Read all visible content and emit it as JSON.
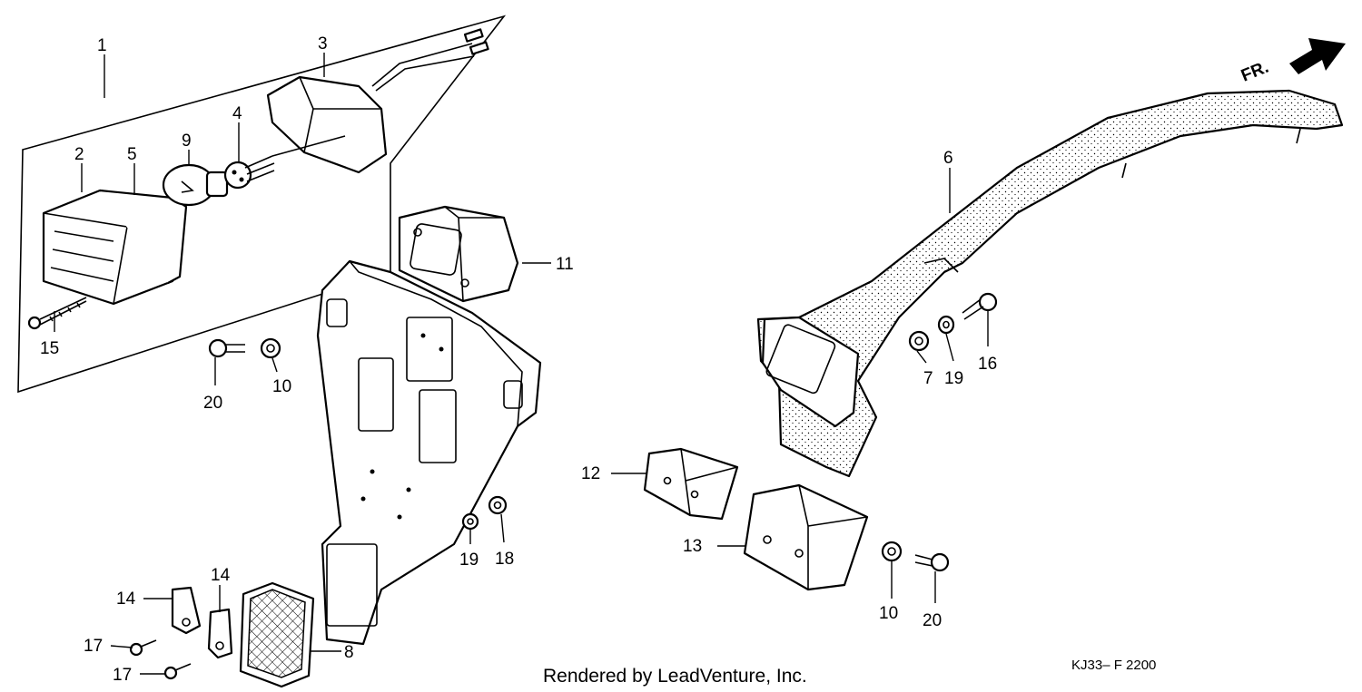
{
  "footer": {
    "credit": "Rendered by LeadVenture, Inc.",
    "diagram_code": "KJ33– F 2200"
  },
  "direction_marker": {
    "label": "FR."
  },
  "callouts": {
    "c1": "1",
    "c2": "2",
    "c3": "3",
    "c4": "4",
    "c5": "5",
    "c6": "6",
    "c7": "7",
    "c8": "8",
    "c9": "9",
    "c10a": "10",
    "c10b": "10",
    "c11": "11",
    "c12": "12",
    "c13": "13",
    "c14a": "14",
    "c14b": "14",
    "c15": "15",
    "c16": "16",
    "c17a": "17",
    "c17b": "17",
    "c18": "18",
    "c19a": "19",
    "c19b": "19",
    "c20a": "20",
    "c20b": "20"
  }
}
